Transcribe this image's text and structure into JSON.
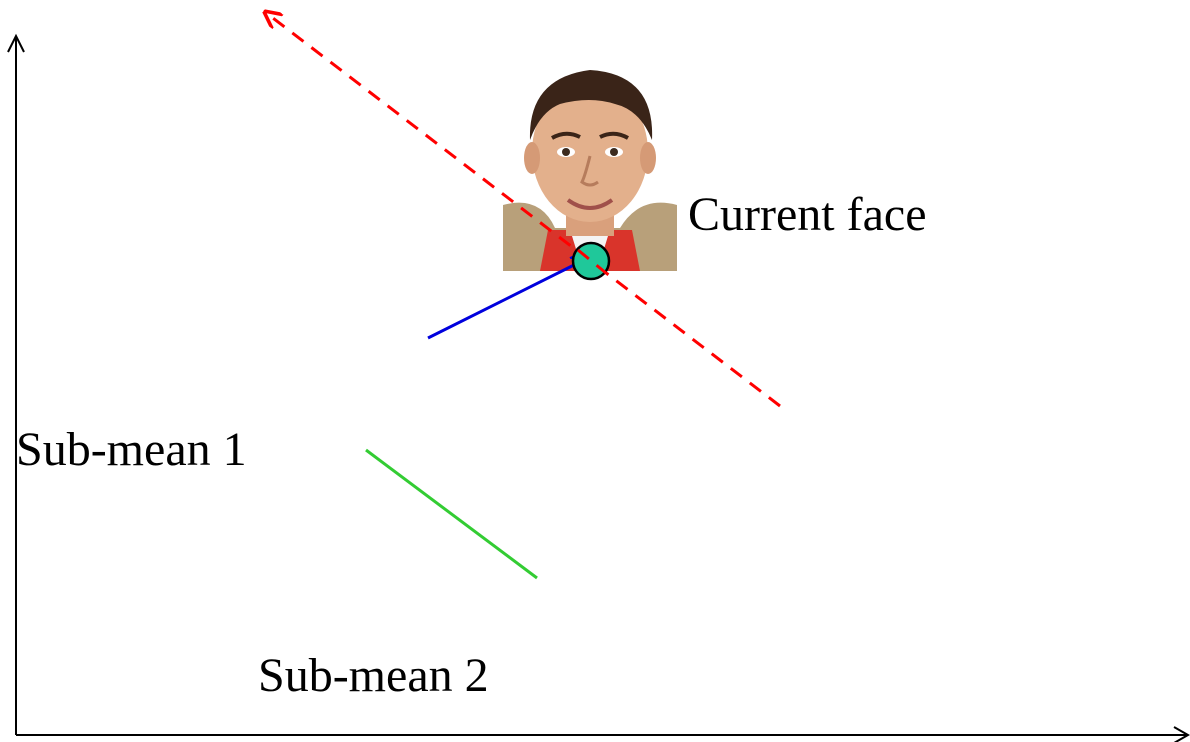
{
  "labels": {
    "current_face": "Current face",
    "sub_mean_1": "Sub-mean 1",
    "sub_mean_2": "Sub-mean 2"
  },
  "colors": {
    "axes": "#000000",
    "dashed_direction": "#ff0000",
    "arrow_to_face": "#0000dd",
    "sub_mean_link": "#33cc33",
    "current_point_fill": "#1fc89a"
  },
  "icons": {
    "face_photo": "face-photo"
  }
}
